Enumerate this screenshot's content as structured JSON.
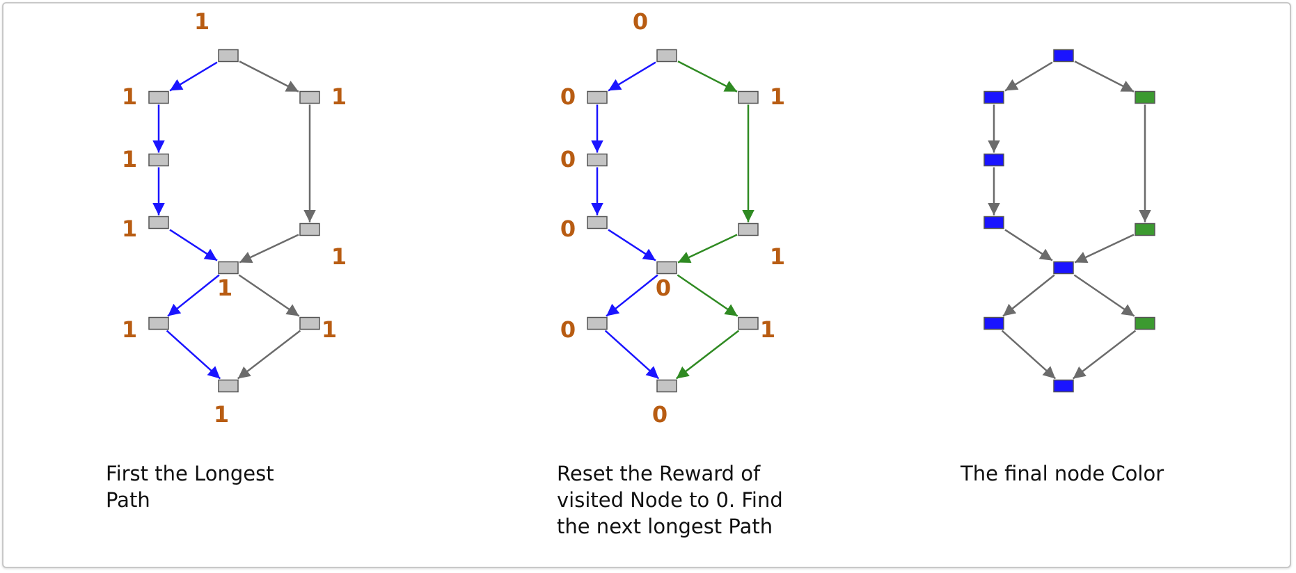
{
  "colors": {
    "reward": "#b85c12",
    "gray_node": "#c4c4c4",
    "gray_edge": "#6b6b6b",
    "blue": "#1a14ff",
    "green": "#2f8a22",
    "green_node": "#3c9a30",
    "node_border": "#555555"
  },
  "panels": [
    {
      "caption": "First the Longest\nPath",
      "node_fills": [
        "gray",
        "gray",
        "gray",
        "gray",
        "gray",
        "gray",
        "gray",
        "gray",
        "gray",
        "gray"
      ],
      "edge_colors": [
        "blue",
        "gray",
        "blue",
        "blue",
        "blue",
        "gray",
        "gray",
        "blue",
        "gray",
        "blue",
        "gray"
      ],
      "rewards": [
        "1",
        "1",
        "1",
        "1",
        "1",
        "1",
        "1",
        "1",
        "1",
        "1"
      ]
    },
    {
      "caption": "Reset the Reward of\nvisited Node to 0. Find\nthe next longest Path",
      "node_fills": [
        "gray",
        "gray",
        "gray",
        "gray",
        "gray",
        "gray",
        "gray",
        "gray",
        "gray",
        "gray"
      ],
      "edge_colors": [
        "blue",
        "green",
        "blue",
        "blue",
        "blue",
        "green",
        "green",
        "blue",
        "green",
        "blue",
        "green"
      ],
      "rewards": [
        "0",
        "0",
        "0",
        "0",
        "1",
        "1",
        "0",
        "0",
        "1",
        "0"
      ]
    },
    {
      "caption": "The final node Color",
      "node_fills": [
        "blue",
        "blue",
        "blue",
        "blue",
        "green",
        "green",
        "blue",
        "blue",
        "green",
        "blue"
      ],
      "edge_colors": [
        "gray",
        "gray",
        "gray",
        "gray",
        "gray",
        "gray",
        "gray",
        "gray",
        "gray",
        "gray",
        "gray"
      ],
      "rewards": []
    }
  ]
}
